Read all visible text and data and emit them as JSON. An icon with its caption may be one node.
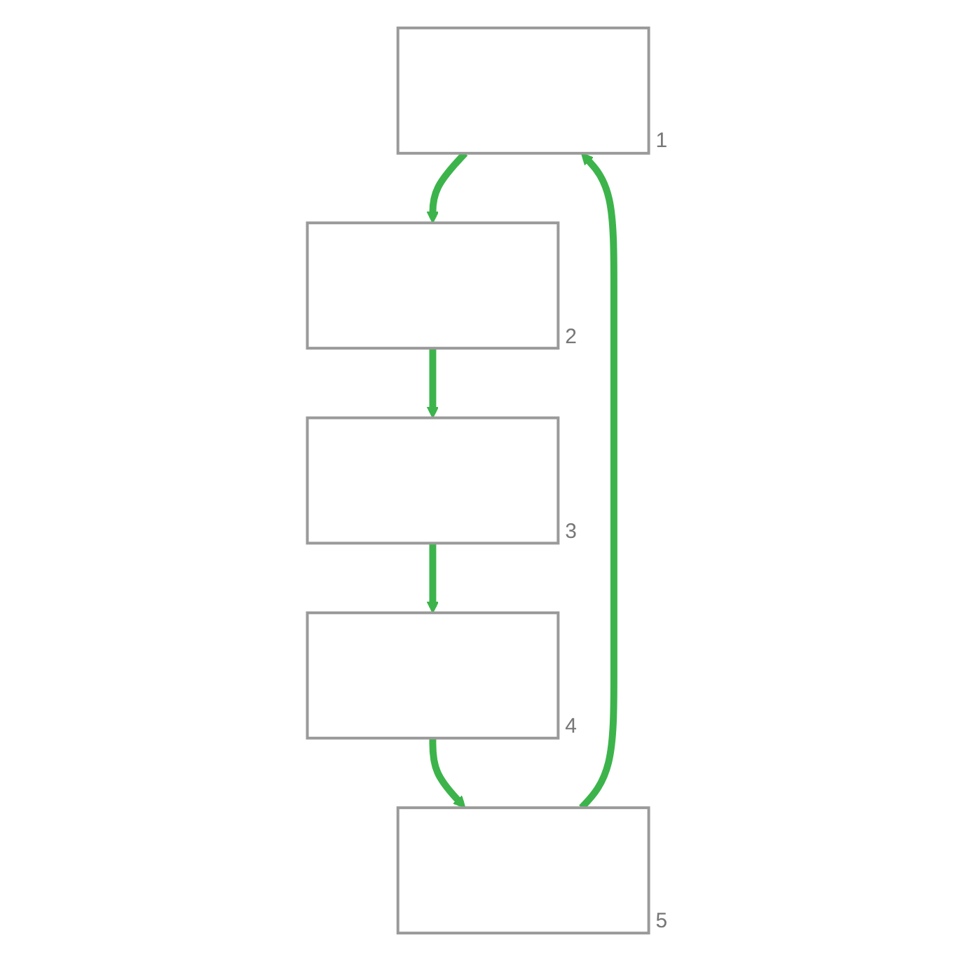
{
  "diagram": {
    "nodes": [
      {
        "text": [],
        "shape": "box",
        "beside": [
          "1"
        ]
      },
      {
        "text": [],
        "shape": "box",
        "beside": [
          "2"
        ]
      },
      {
        "text": [],
        "shape": "box",
        "beside": [
          "3"
        ]
      },
      {
        "text": [],
        "shape": "box",
        "beside": [
          "4"
        ]
      },
      {
        "text": [],
        "shape": "box",
        "beside": [
          "5"
        ]
      }
    ],
    "edges": [
      {
        "from": 0,
        "to": 1,
        "arrow": "to"
      },
      {
        "from": 1,
        "to": 2,
        "arrow": "to"
      },
      {
        "from": 2,
        "to": 3,
        "arrow": "to"
      },
      {
        "from": 3,
        "to": 4,
        "arrow": "to"
      },
      {
        "from": 4,
        "to": 0,
        "arrow": "to"
      }
    ]
  }
}
